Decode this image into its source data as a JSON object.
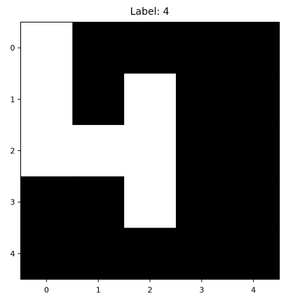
{
  "chart_data": {
    "type": "heatmap",
    "title": "Label: 4",
    "xlabel": "",
    "ylabel": "",
    "x_ticks": [
      0,
      1,
      2,
      3,
      4
    ],
    "y_ticks": [
      0,
      1,
      2,
      3,
      4
    ],
    "xlim": [
      -0.5,
      4.5
    ],
    "ylim": [
      4.5,
      -0.5
    ],
    "grid": false,
    "colormap": "gray",
    "vmin": 0,
    "vmax": 1,
    "colors": {
      "low": "#000000",
      "high": "#ffffff",
      "axis": "#000000"
    },
    "values": [
      [
        1,
        0,
        0,
        0,
        0
      ],
      [
        1,
        0,
        1,
        0,
        0
      ],
      [
        1,
        1,
        1,
        0,
        0
      ],
      [
        0,
        0,
        1,
        0,
        0
      ],
      [
        0,
        0,
        0,
        0,
        0
      ]
    ]
  }
}
